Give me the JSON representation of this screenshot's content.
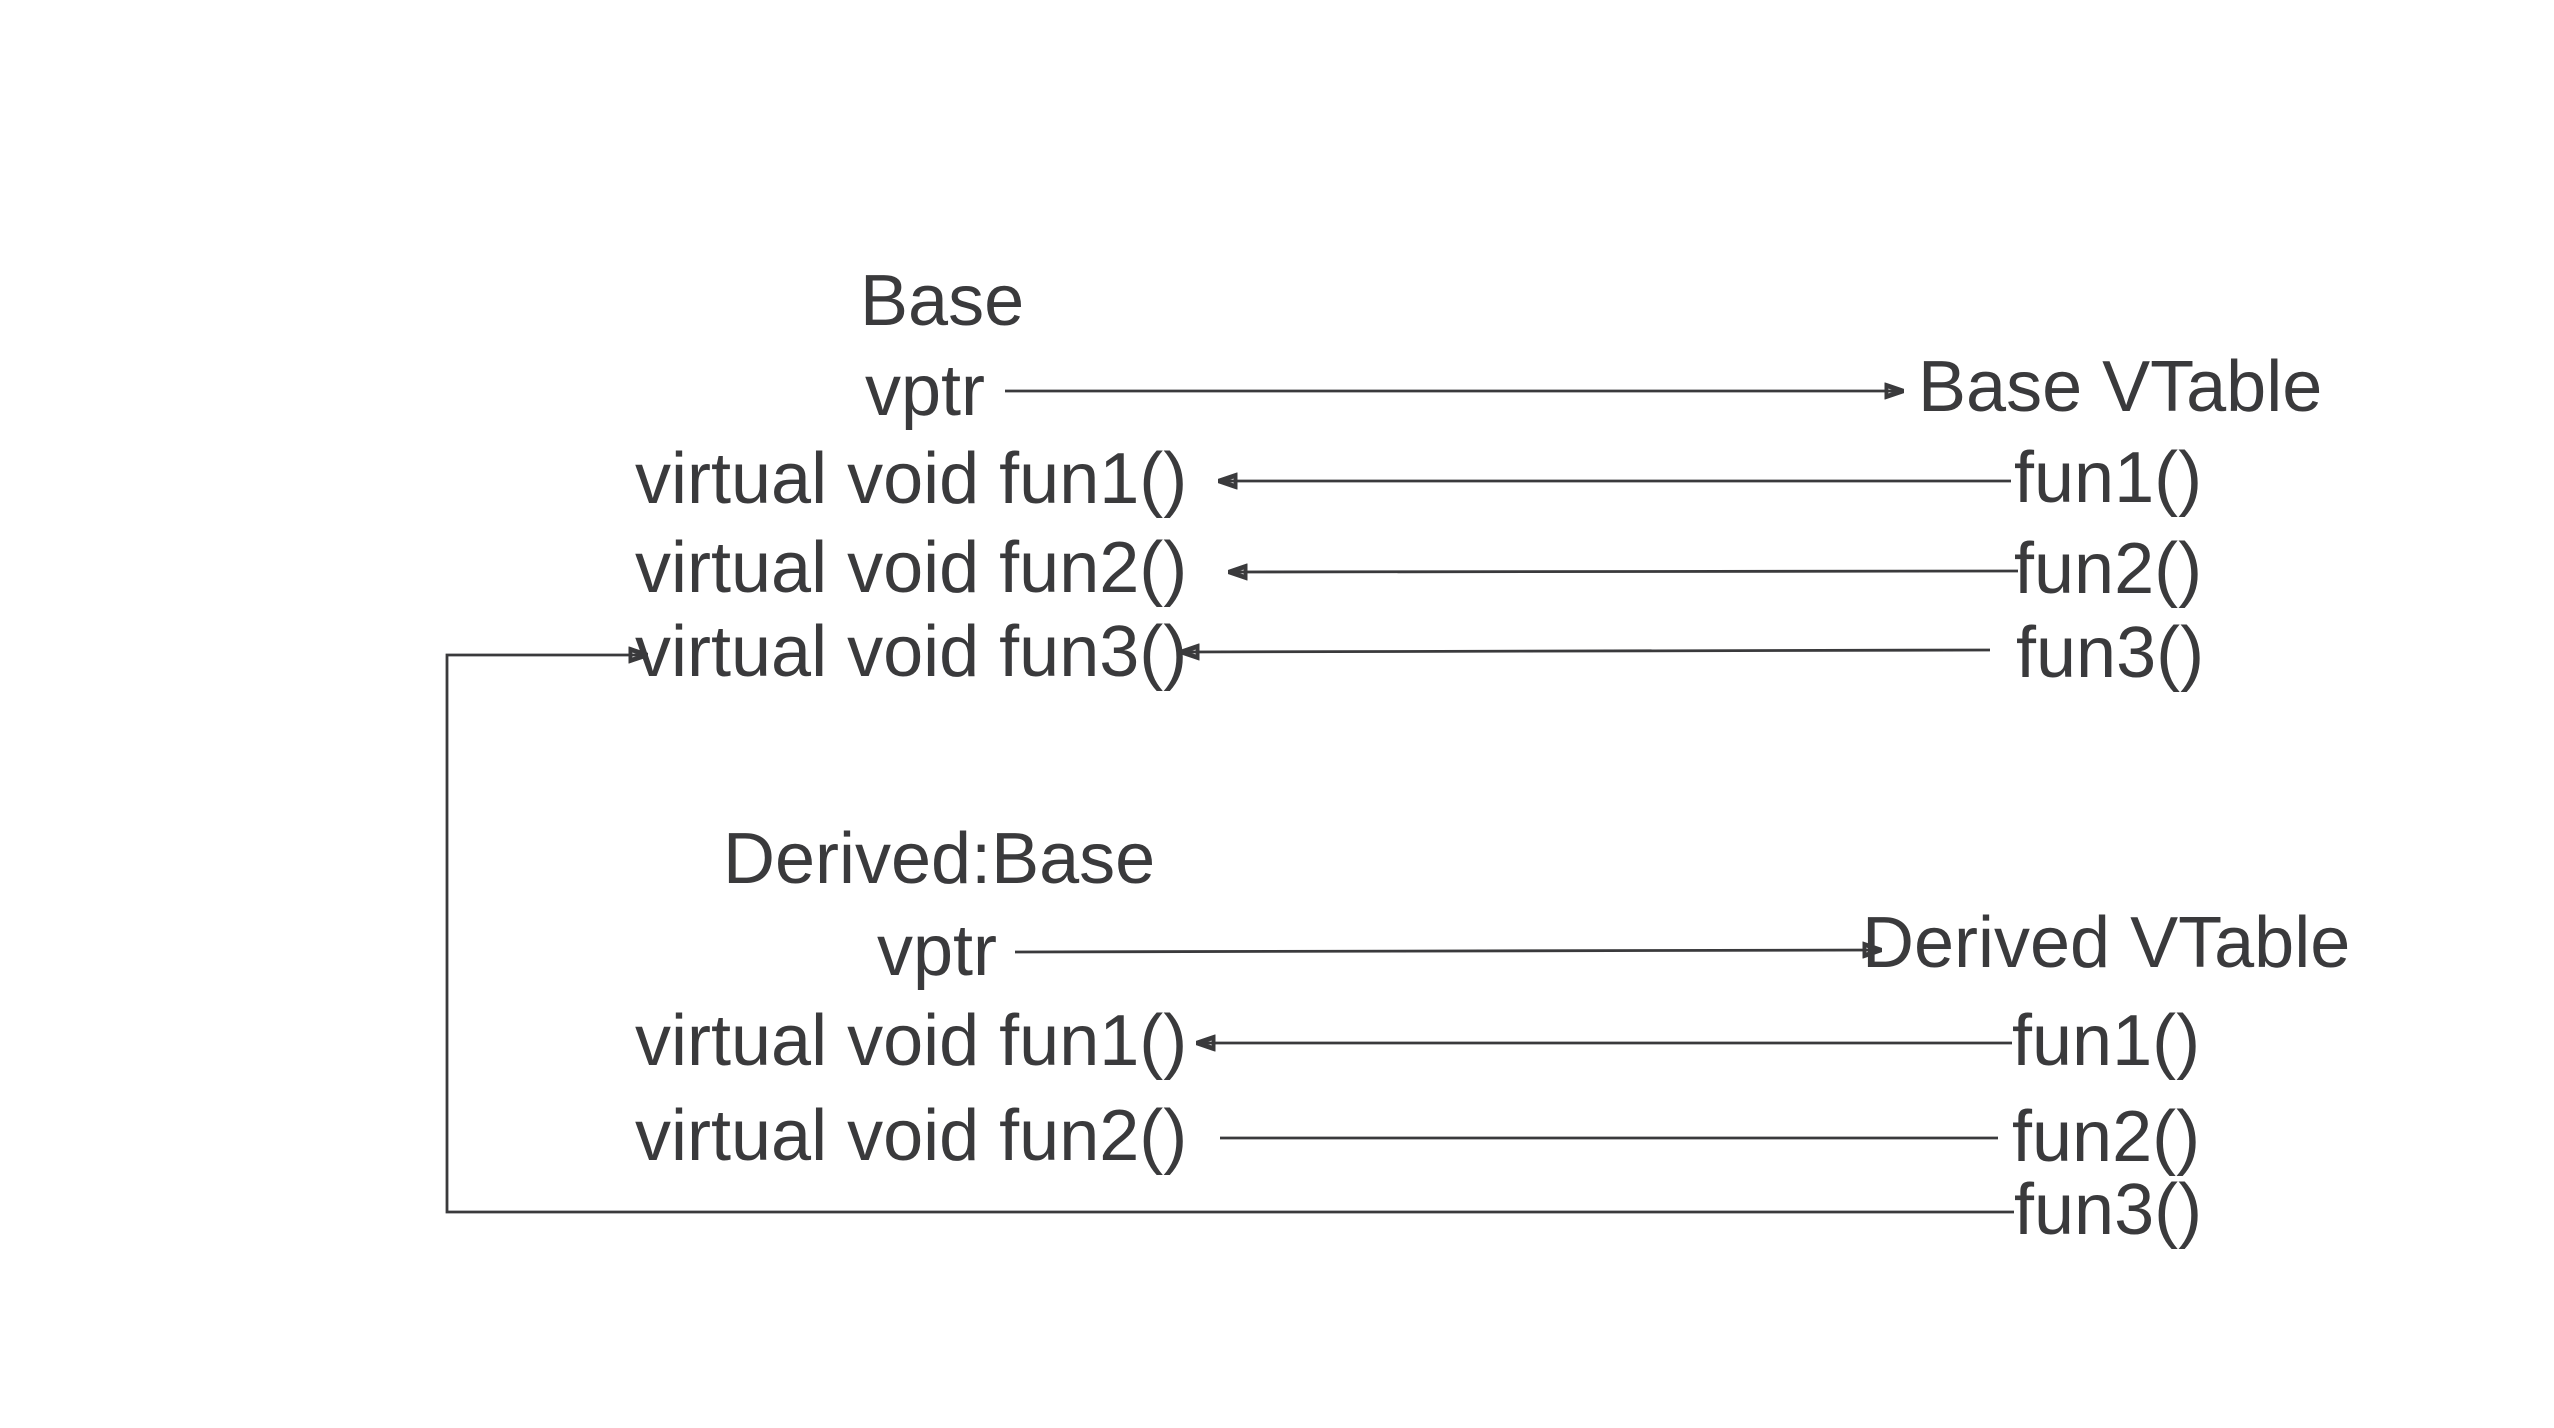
{
  "colors": {
    "background": "#ffffff",
    "ink": "#3a3a3c"
  },
  "base_class": {
    "title": "Base",
    "vptr": "vptr",
    "fun1": "virtual void fun1()",
    "fun2": "virtual void fun2()",
    "fun3": "virtual void fun3()"
  },
  "base_vtable": {
    "title": "Base VTable",
    "fun1": "fun1()",
    "fun2": "fun2()",
    "fun3": "fun3()"
  },
  "derived_class": {
    "title": "Derived:Base",
    "vptr": "vptr",
    "fun1": "virtual void fun1()",
    "fun2": "virtual void fun2()"
  },
  "derived_vtable": {
    "title": "Derived VTable",
    "fun1": "fun1()",
    "fun2": "fun2()",
    "fun3": "fun3()"
  }
}
